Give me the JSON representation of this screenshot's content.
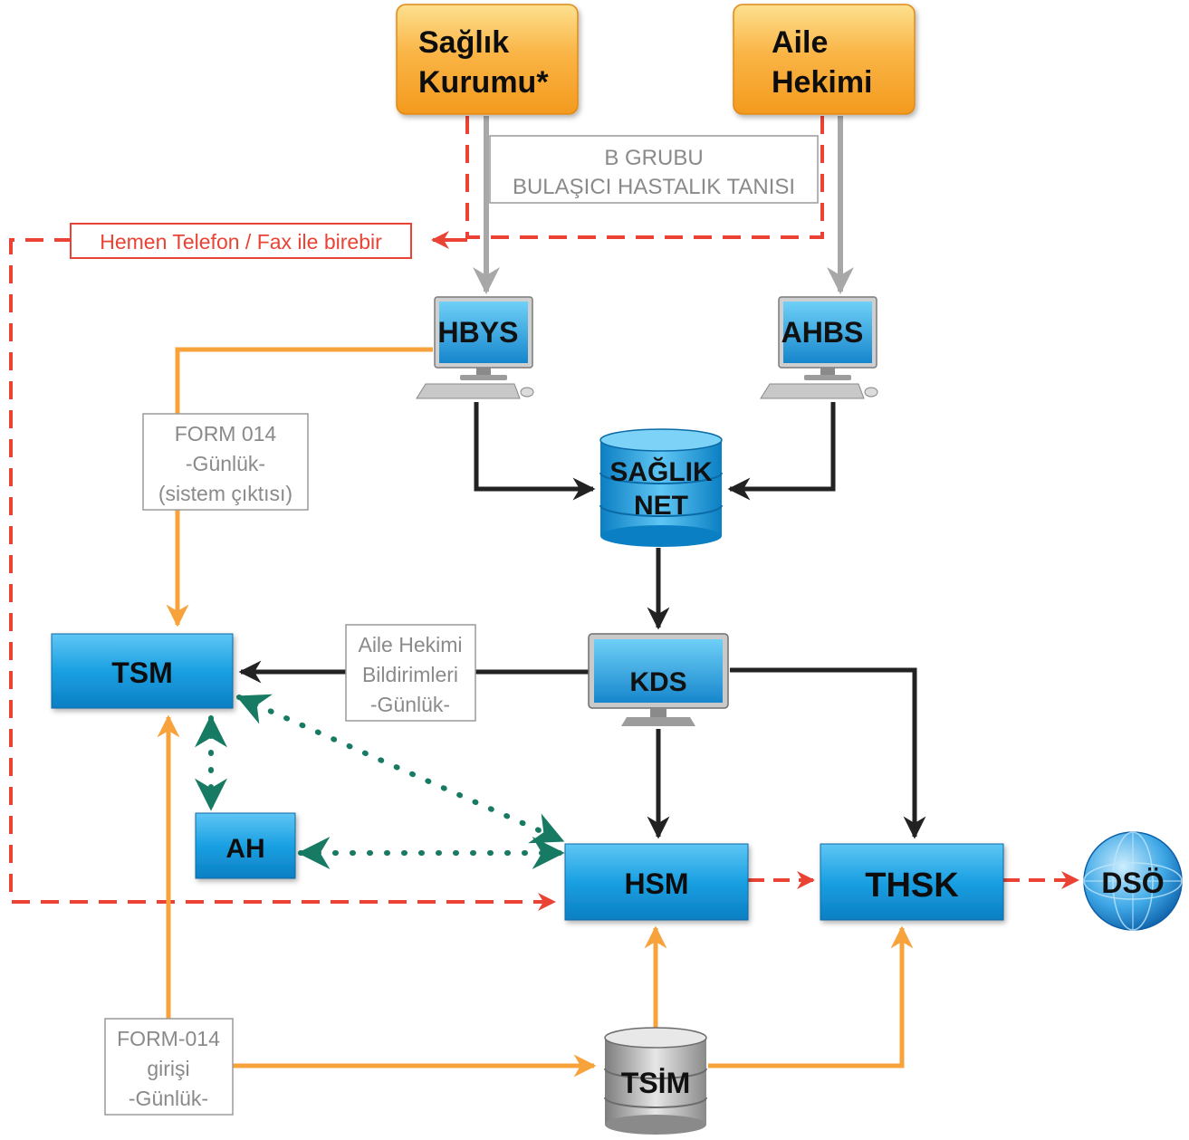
{
  "nodes": {
    "saglik_kurumu": {
      "line1": "Sağlık",
      "line2": "Kurumu*"
    },
    "aile_hekimi": {
      "line1": "Aile",
      "line2": "Hekimi"
    },
    "hbys": "HBYS",
    "ahbs": "AHBS",
    "saglik_net": {
      "line1": "SAĞLIK",
      "line2": "NET"
    },
    "kds": "KDS",
    "tsm": "TSM",
    "ah": "AH",
    "hsm": "HSM",
    "thsk": "THSK",
    "dso": "DSÖ",
    "tsim": "TSİM"
  },
  "labels": {
    "b_grubu": {
      "line1": "B GRUBU",
      "line2": "BULAŞICI HASTALIK TANISI"
    },
    "telefon": "Hemen Telefon / Fax ile birebir",
    "form014": {
      "line1": "FORM 014",
      "line2": "-Günlük-",
      "line3": "(sistem çıktısı)"
    },
    "aile_bildirim": {
      "line1": "Aile Hekimi",
      "line2": "Bildirimleri",
      "line3": "-Günlük-"
    },
    "form014_giris": {
      "line1": "FORM-014",
      "line2": "girişi",
      "line3": "-Günlük-"
    }
  },
  "colors": {
    "orange": "#f7a23a",
    "blue": "#1b9ee0",
    "red_dashed": "#ea4335",
    "gray_arrow": "#a8a8a8",
    "teal_dotted": "#177a63",
    "black_arrow": "#222222"
  }
}
